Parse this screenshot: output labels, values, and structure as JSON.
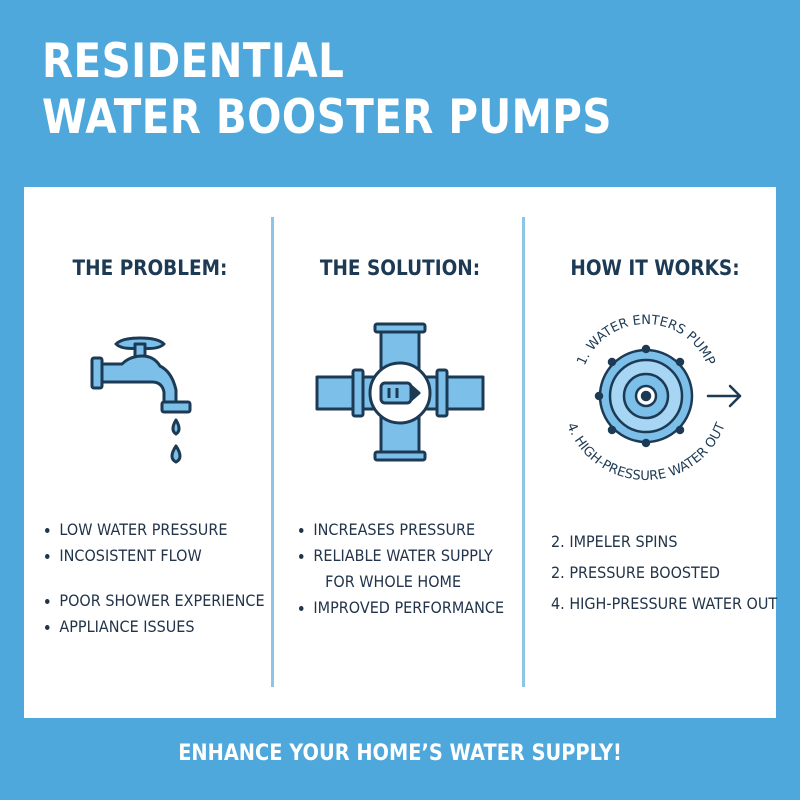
{
  "title": {
    "line1": "RESIDENTIAL",
    "line2": "WATER BOOSTER PUMPS"
  },
  "columns": {
    "problem": {
      "heading": "THE PROBLEM:",
      "icon": "faucet-icon",
      "bullets": [
        "LOW WATER PRESSURE",
        "INCOSISTENT FLOW",
        "POOR SHOWER EXPERIENCE",
        "APPLIANCE ISSUES"
      ]
    },
    "solution": {
      "heading": "THE SOLUTION:",
      "icon": "pipe-pump-icon",
      "bullets": [
        "INCREASES PRESSURE",
        "RELIABLE WATER SUPPLY",
        "FOR WHOLE HOME",
        "IMPROVED PERFORMANCE"
      ]
    },
    "how": {
      "heading": "HOW IT WORKS:",
      "icon": "pump-diagram-icon",
      "diagram_top_text": "1. WATER ENTERS PUMP",
      "diagram_bottom_text": "4. HIGH-PRESSURE WATER OUT",
      "steps": [
        "2. IMPELER SPINS",
        "2. PRESSURE BOOSTED",
        "4. HIGH-PRESSURE WATER OUT"
      ]
    }
  },
  "footer": "ENHANCE YOUR HOME’S WATER SUPPLY!",
  "colors": {
    "background": "#4ea8dc",
    "panel": "#ffffff",
    "icon_fill": "#7cc0ea",
    "icon_stroke": "#1d3a55",
    "divider": "#8ec4e6"
  }
}
